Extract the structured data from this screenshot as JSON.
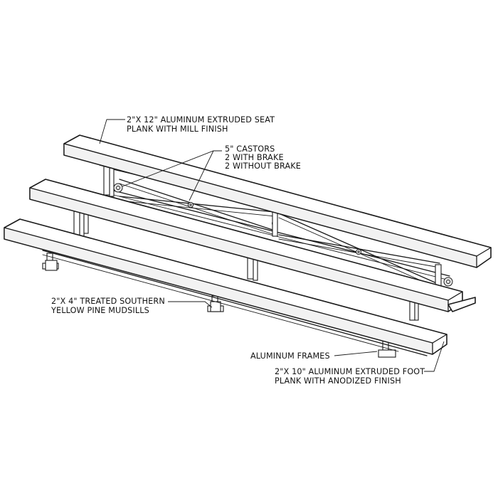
{
  "diagram": {
    "callouts": {
      "seat_plank": {
        "line1": "2\"X 12\" ALUMINUM EXTRUDED SEAT",
        "line2": "PLANK WITH MILL FINISH"
      },
      "castors": {
        "line1": "5\" CASTORS",
        "line2": "2 WITH BRAKE",
        "line3": "2 WITHOUT BRAKE"
      },
      "mudsills": {
        "line1": "2\"X 4\" TREATED SOUTHERN",
        "line2": "YELLOW PINE MUDSILLS"
      },
      "frames": {
        "line1": "ALUMINUM FRAMES"
      },
      "foot_plank": {
        "line1": "2\"X 10\" ALUMINUM EXTRUDED FOOT",
        "line2": "PLANK WITH ANODIZED FINISH"
      }
    },
    "line_color": "#1a1a1a",
    "background": "#ffffff"
  }
}
